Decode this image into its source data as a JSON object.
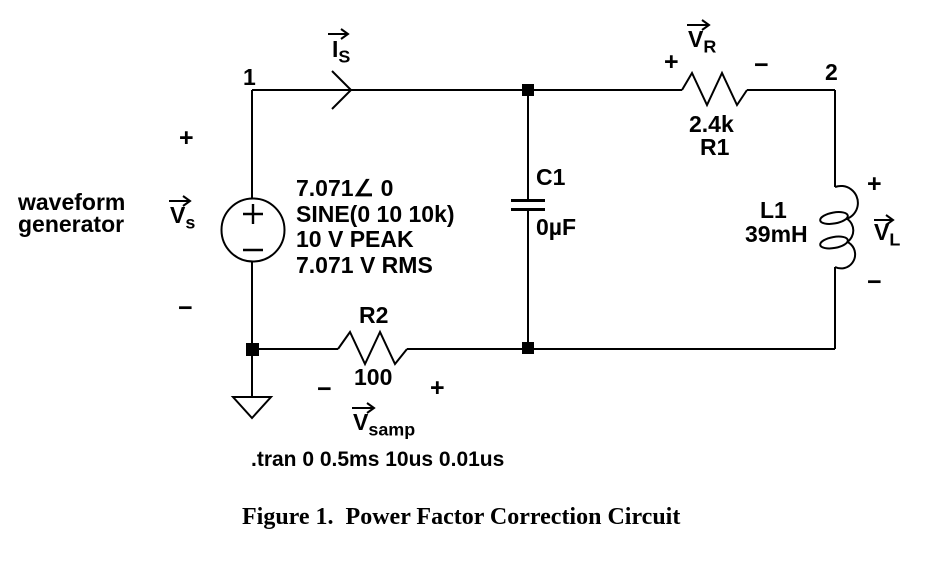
{
  "colors": {
    "ink": "#000000",
    "paper": "#ffffff"
  },
  "caption": "Figure 1.  Power Factor Correction Circuit",
  "spice_directive": ".tran 0 0.5ms 10us 0.01us",
  "nodes": {
    "node1": "1",
    "node2": "2"
  },
  "current": {
    "base": "I",
    "sub": "S"
  },
  "source": {
    "label_line1": "waveform",
    "label_line2": "generator",
    "name": {
      "base": "V",
      "sub": "s"
    },
    "plus": "+",
    "minus": "−",
    "annotation": {
      "0": "7.071∠ 0",
      "1": "SINE(0 10 10k)",
      "2": "10 V PEAK",
      "3": "7.071 V RMS"
    }
  },
  "r1": {
    "designator": "R1",
    "value": "2.4k",
    "voltage": {
      "base": "V",
      "sub": "R"
    },
    "plus": "+",
    "minus": "−"
  },
  "r2": {
    "designator": "R2",
    "value": "100",
    "voltage": {
      "base": "V",
      "sub": "samp"
    },
    "plus": "+",
    "minus": "−"
  },
  "c1": {
    "designator": "C1",
    "value": "0µF"
  },
  "l1": {
    "designator": "L1",
    "value": "39mH",
    "voltage": {
      "base": "V",
      "sub": "L"
    },
    "plus": "+",
    "minus": "−"
  }
}
